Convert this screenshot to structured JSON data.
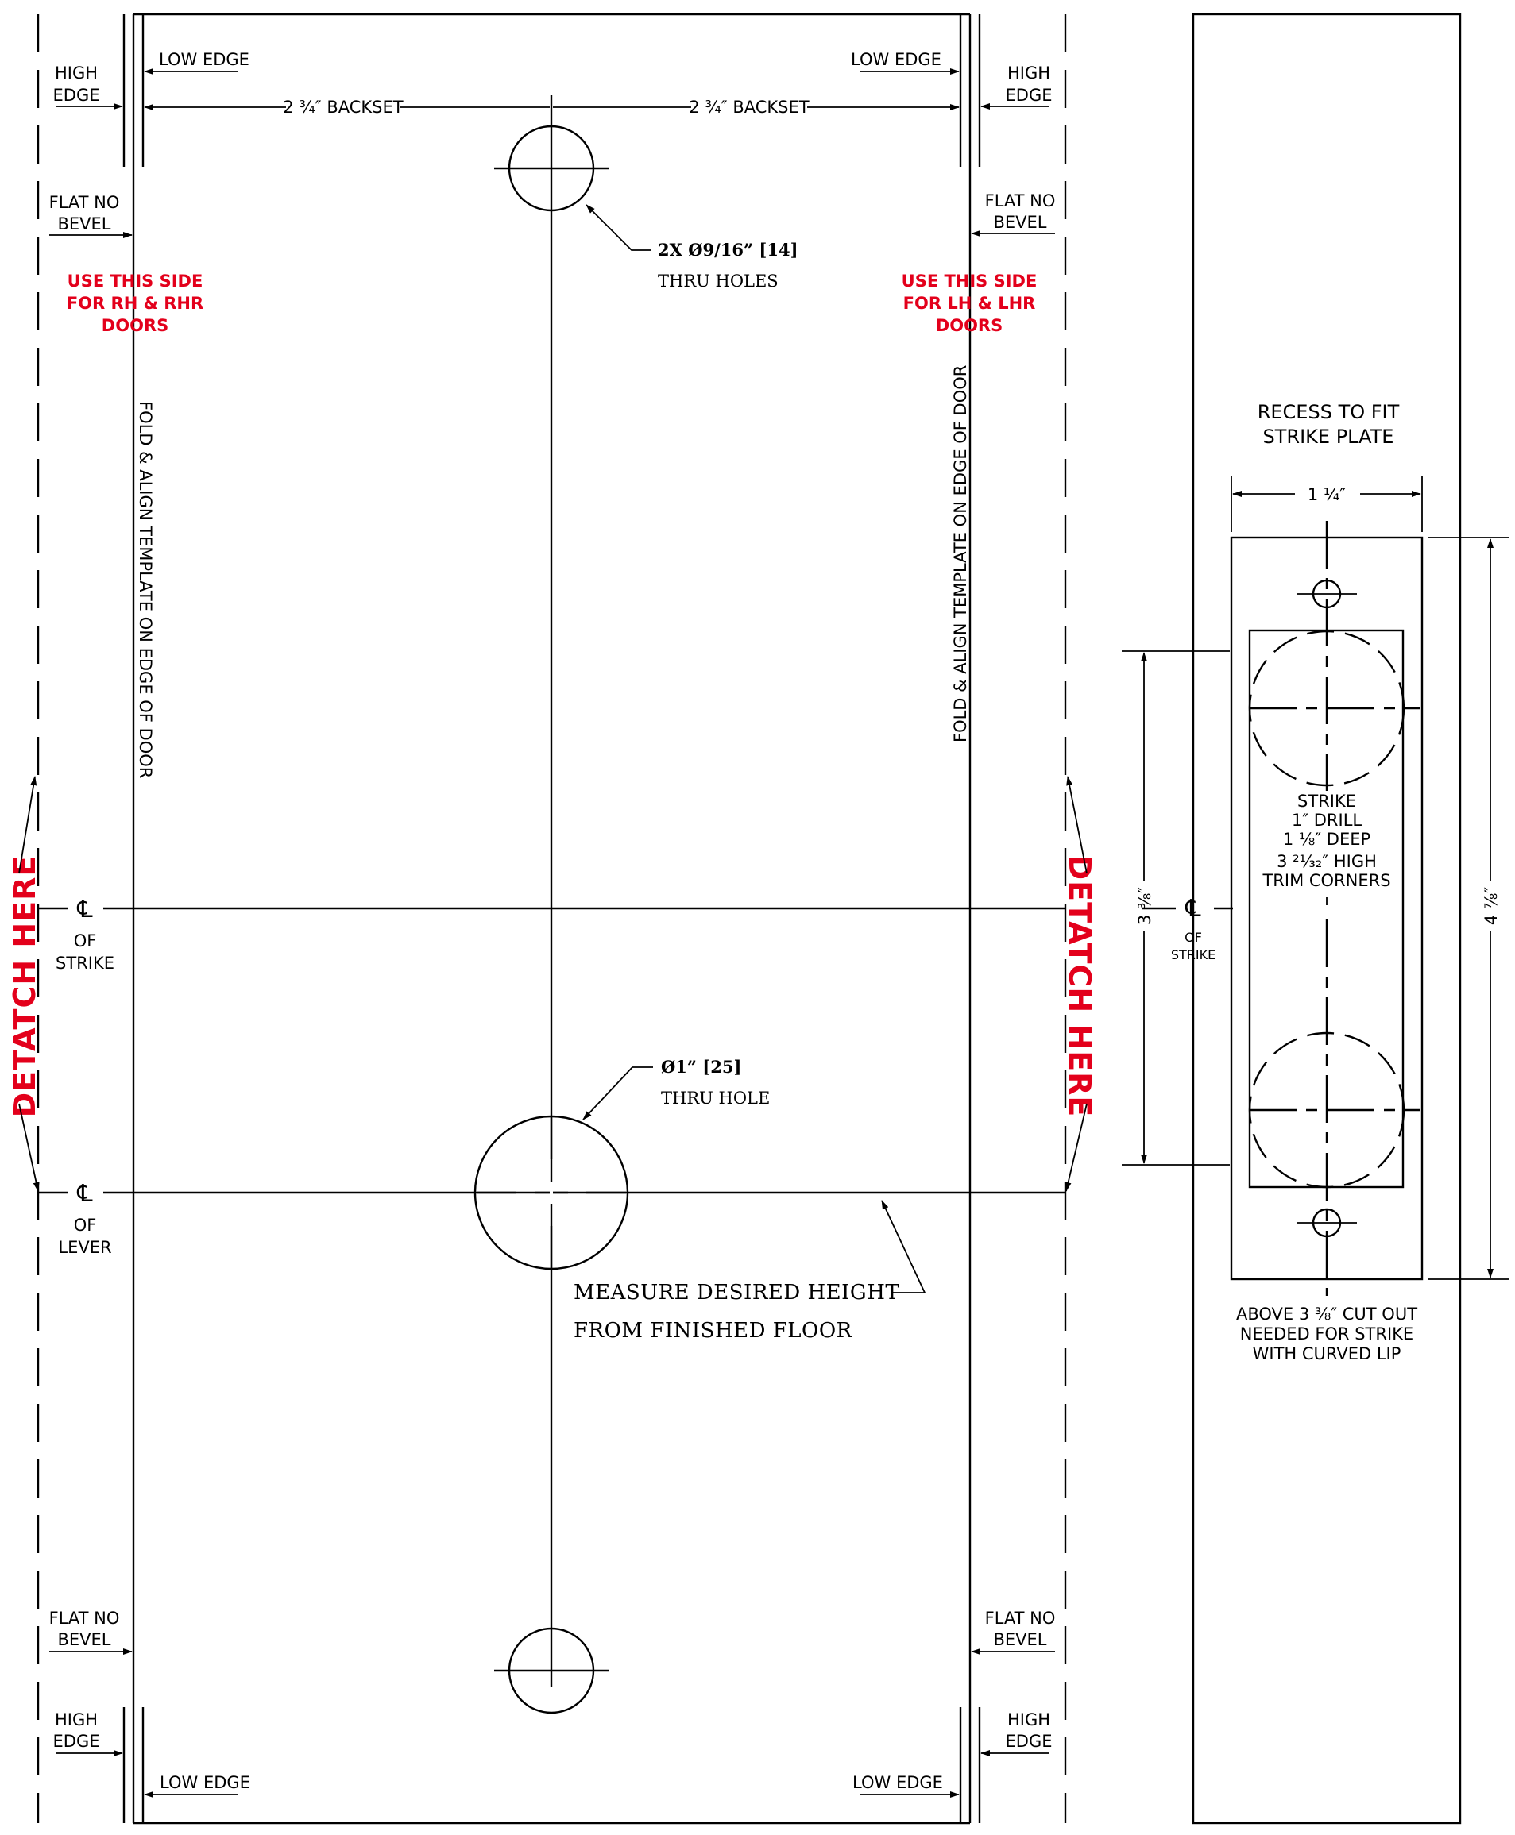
{
  "colors": {
    "line": "#000000",
    "warning": "#e3001b",
    "background": "#ffffff"
  },
  "edges": {
    "high_edge_1": "HIGH",
    "high_edge_2": "EDGE",
    "low_edge": "LOW EDGE",
    "flat_1": "FLAT NO",
    "flat_2": "BEVEL"
  },
  "backset": {
    "left": "2 ¾″ BACKSET",
    "right": "2 ¾″ BACKSET"
  },
  "holes": {
    "small_label": "2X  Ø9/16” [14]",
    "small_sub": "THRU HOLES",
    "large_label": "Ø1” [25]",
    "large_sub": "THRU HOLE"
  },
  "side_notes": {
    "rh_1": "USE THIS SIDE",
    "rh_2": "FOR RH & RHR",
    "rh_3": "DOORS",
    "lh_1": "USE THIS SIDE",
    "lh_2": "FOR LH & LHR",
    "lh_3": "DOORS"
  },
  "fold_text": "FOLD & ALIGN TEMPLATE ON EDGE OF DOOR",
  "detach_text": "DETATCH HERE",
  "centerlines": {
    "symbol": "℄",
    "of": "OF",
    "strike": "STRIKE",
    "lever": "LEVER"
  },
  "measure": {
    "line_1": "MEASURE  DESIRED  HEIGHT",
    "line_2": "FROM  FINISHED  FLOOR"
  },
  "strike_panel": {
    "title_1": "RECESS TO FIT",
    "title_2": "STRIKE PLATE",
    "width_dim": "1 ¼″",
    "drill_1": "STRIKE",
    "drill_2": "1″ DRILL",
    "drill_3": "1 ⅛″ DEEP",
    "drill_4": "3 ²¹⁄₃₂″ HIGH",
    "drill_5": "TRIM CORNERS",
    "height_inner": "3 ⅜″",
    "height_outer": "4 ⅞″",
    "note_1": "ABOVE 3 ⅜″ CUT OUT",
    "note_2": "NEEDED FOR STRIKE",
    "note_3": "WITH CURVED LIP",
    "cl_of": "OF",
    "cl_strike": "STRIKE"
  }
}
